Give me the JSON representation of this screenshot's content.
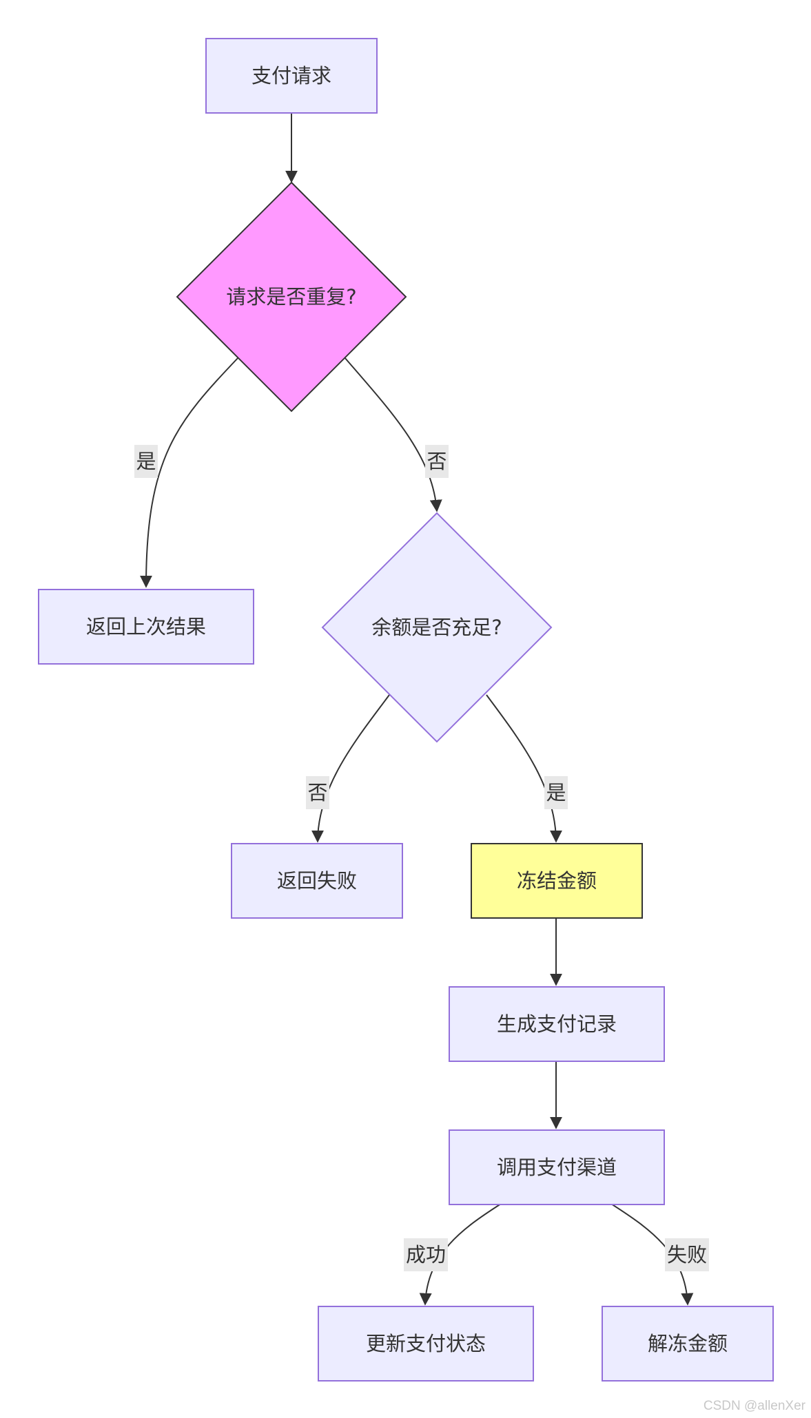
{
  "nodes": {
    "start": "支付请求",
    "dup_check": "请求是否重复?",
    "return_last": "返回上次结果",
    "balance_check": "余额是否充足?",
    "return_fail": "返回失败",
    "freeze": "冻结金额",
    "create_record": "生成支付记录",
    "call_channel": "调用支付渠道",
    "update_status": "更新支付状态",
    "unfreeze": "解冻金额"
  },
  "edges": {
    "dup_yes": "是",
    "dup_no": "否",
    "balance_no": "否",
    "balance_yes": "是",
    "channel_success": "成功",
    "channel_fail": "失败"
  },
  "colors": {
    "default_fill": "#ECECFF",
    "default_stroke": "#9370DB",
    "highlight_pink": "#FF99FF",
    "highlight_yellow": "#FFFF99",
    "edge": "#333333",
    "label_bg": "#E8E8E8"
  },
  "watermark": "CSDN @allenXer"
}
